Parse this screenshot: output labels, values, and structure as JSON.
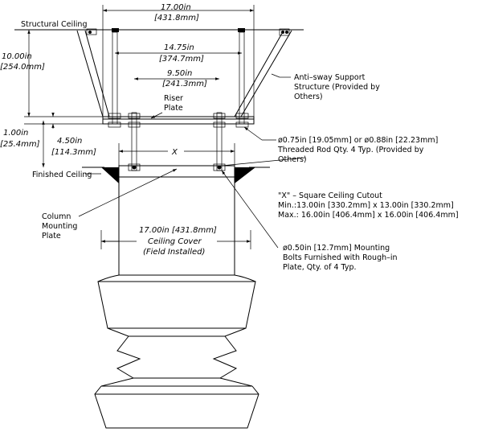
{
  "labels": {
    "structural_ceiling": "Structural Ceiling",
    "finished_ceiling": "Finished Ceiling",
    "riser_plate_1": "Riser",
    "riser_plate_2": "Plate",
    "column_mounting_1": "Column",
    "column_mounting_2": "Mounting",
    "column_mounting_3": "Plate",
    "anti_sway_1": "Anti–sway Support",
    "anti_sway_2": "Structure (Provided by",
    "anti_sway_3": "Others)",
    "threaded_rod_1": "ø0.75in [19.05mm] or ø0.88in [22.23mm]",
    "threaded_rod_2": "Threaded Rod Qty. 4 Typ. (Provided by",
    "threaded_rod_3": "Others)",
    "cutout_1": "\"X\" – Square Ceiling Cutout",
    "cutout_2": "Min.:13.00in [330.2mm] x 13.00in [330.2mm]",
    "cutout_3": "Max.: 16.00in [406.4mm] x 16.00in [406.4mm]",
    "bolts_1": "ø0.50in [12.7mm] Mounting",
    "bolts_2": "Bolts Furnished with Rough–in",
    "bolts_3": "Plate, Qty. of 4 Typ.",
    "cover_dim": "17.00in  [431.8mm]",
    "cover_1": "Ceiling Cover",
    "cover_2": "(Field Installed)"
  },
  "dimensions": {
    "top_width_in": "17.00in",
    "top_width_mm": "[431.8mm]",
    "mid_width_in": "14.75in",
    "mid_width_mm": "[374.7mm]",
    "inner_width_in": "9.50in",
    "inner_width_mm": "[241.3mm]",
    "height_in": "10.00in",
    "height_mm": "[254.0mm]",
    "plate_in": "1.00in",
    "plate_mm": "[25.4mm]",
    "gap_in": "4.50in",
    "gap_mm": "[114.3mm]",
    "cutout_x": "X"
  }
}
